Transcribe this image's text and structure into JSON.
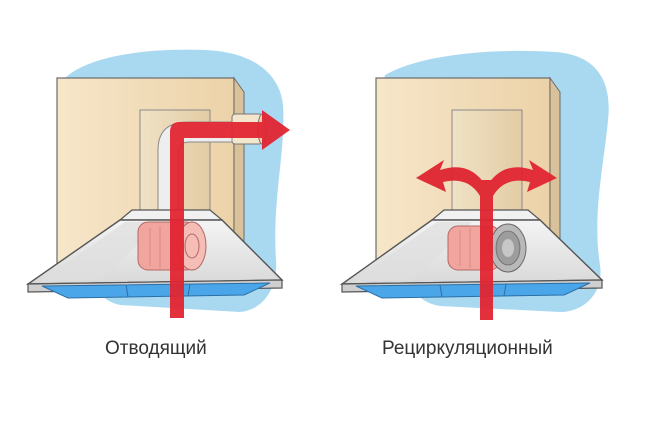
{
  "panels": [
    {
      "id": "exhaust",
      "caption": "Отводящий",
      "type": "exhaust-hood"
    },
    {
      "id": "recirculation",
      "caption": "Рециркуляционный",
      "type": "recirculating-hood"
    }
  ],
  "colors": {
    "wall_background": "#a9d9f1",
    "wall_panel": "#f1ddb9",
    "hood_body": "#e8e8e8",
    "hood_outline": "#555555",
    "filter": "#4aa6e8",
    "airflow_arrow": "#e02531",
    "motor": "#f2a49e",
    "carbon_filter": "#b9b9b9"
  },
  "icons": {
    "exhaust_arrow": "arrow-right-airflow",
    "recirc_arrows": "arrows-split-left-right"
  }
}
